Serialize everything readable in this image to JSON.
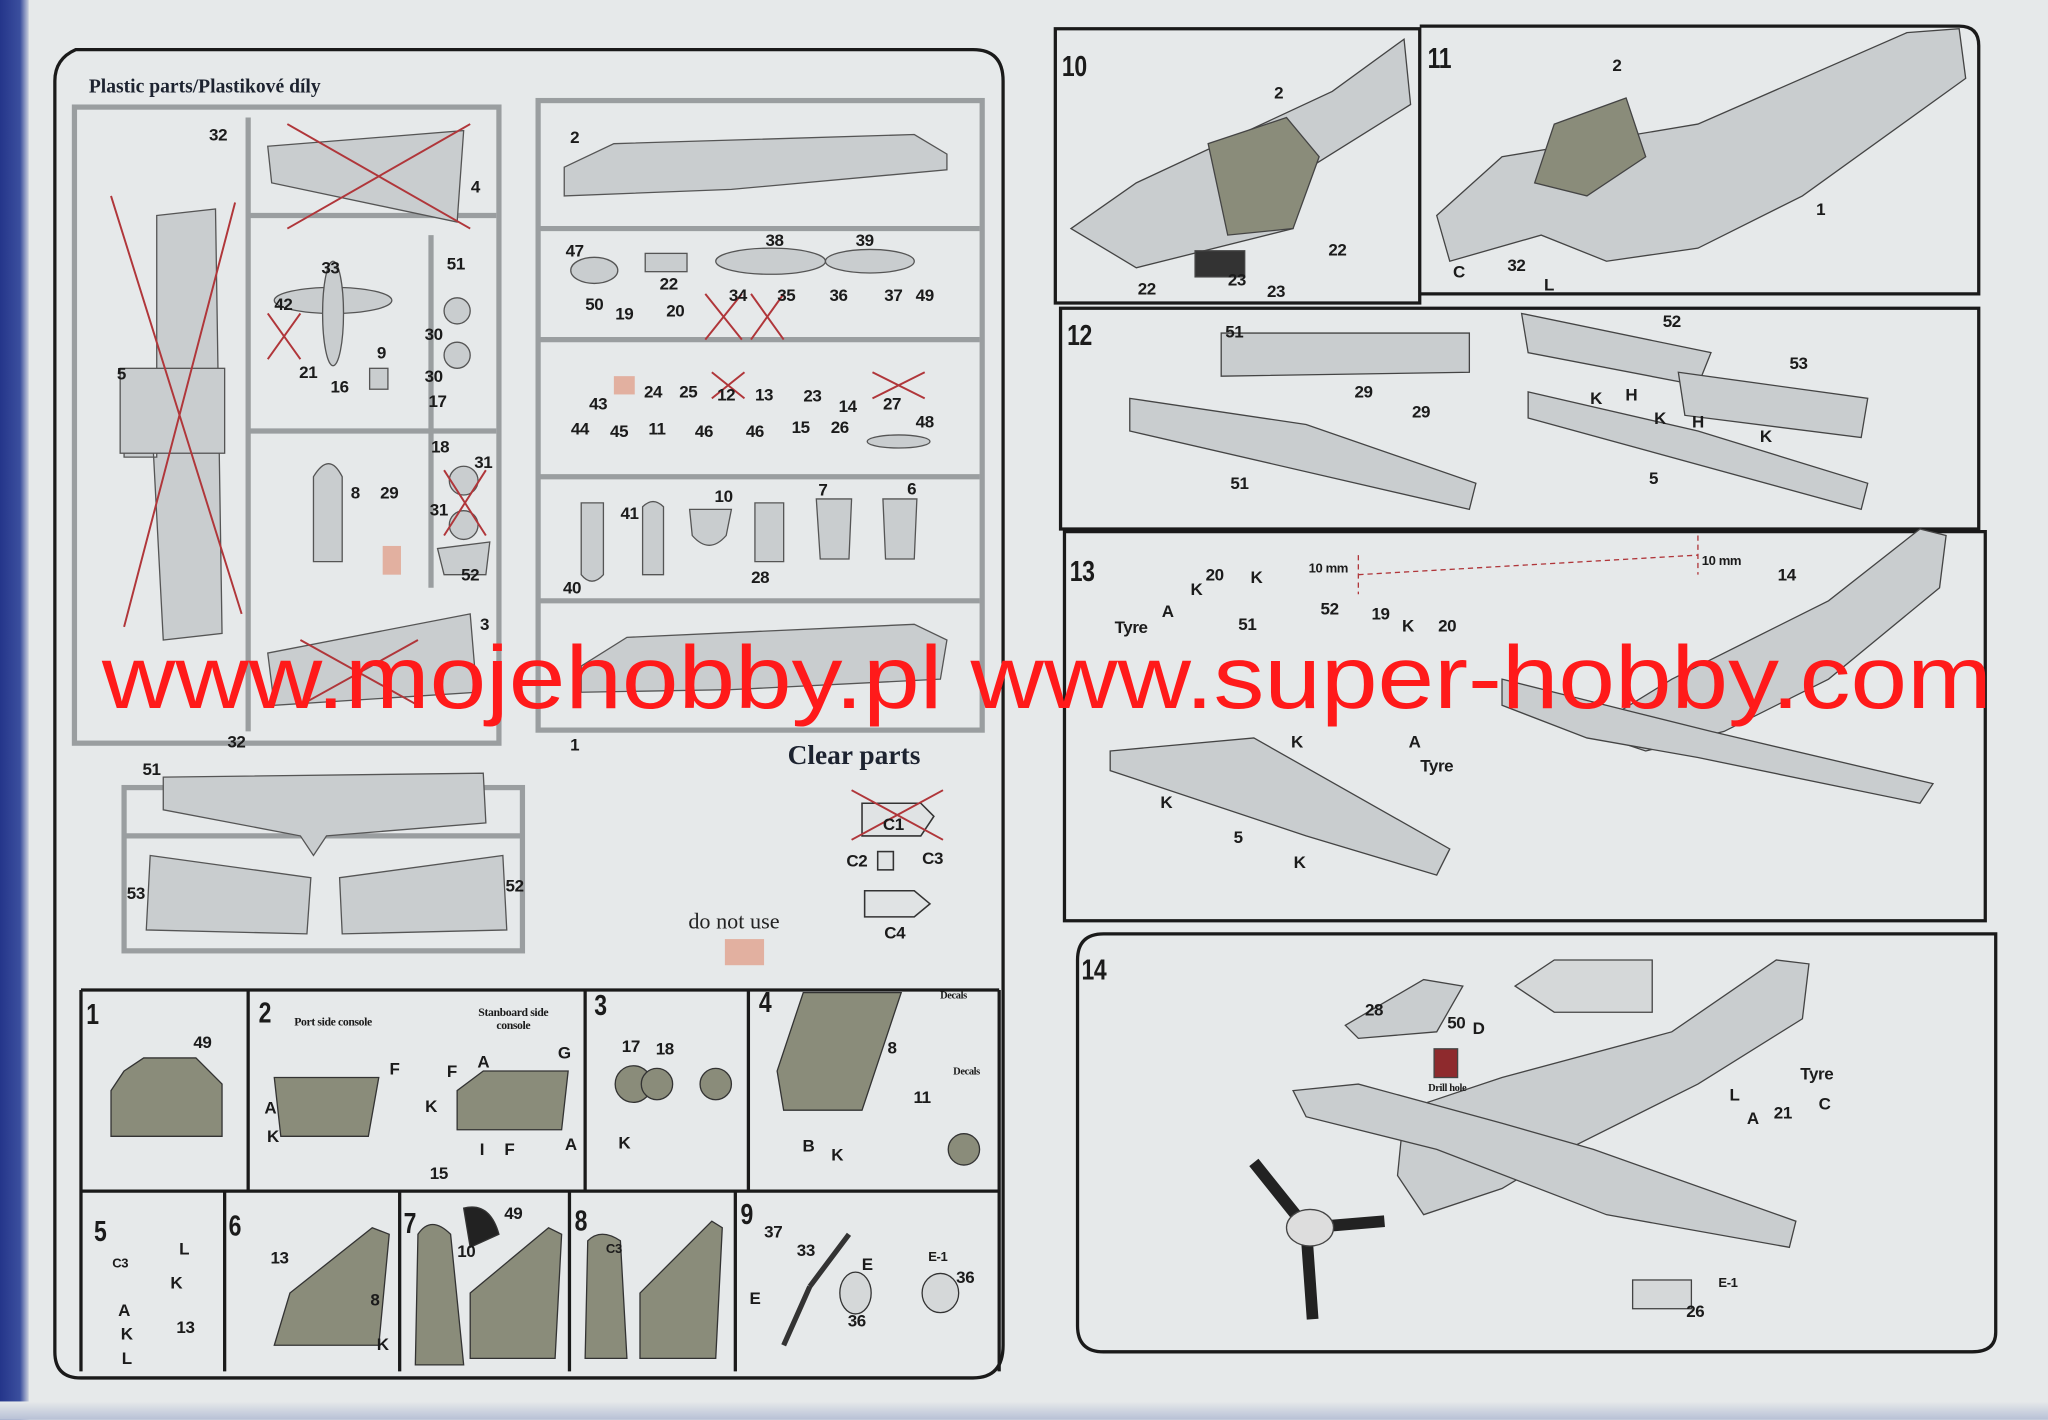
{
  "sheet_left": {
    "title": "Plastic parts/Plastikové díly",
    "clear_parts_title": "Clear parts",
    "do_not_use": "do not use",
    "do_not_use_color": "#e2b0a0"
  },
  "watermark": {
    "text": "www.mojehobby.pl www.super-hobby.com",
    "color": "#ff1a1a"
  },
  "labels": {
    "sprue_a": [
      "32",
      "4",
      "33",
      "51",
      "42",
      "30",
      "5",
      "21",
      "9",
      "16",
      "30",
      "17",
      "18",
      "31",
      "8",
      "29",
      "31",
      "52",
      "3",
      "32"
    ],
    "sprue_b": [
      "2",
      "47",
      "22",
      "38",
      "39",
      "50",
      "19",
      "20",
      "34",
      "35",
      "36",
      "37",
      "49",
      "43",
      "24",
      "25",
      "12",
      "13",
      "23",
      "14",
      "27",
      "44",
      "45",
      "11",
      "46",
      "46",
      "15",
      "26",
      "48",
      "41",
      "10",
      "7",
      "6",
      "40",
      "28",
      "1"
    ],
    "clear": [
      "C1",
      "C2",
      "C3",
      "C4"
    ],
    "sprue_c": [
      "51",
      "53",
      "52"
    ],
    "step1": [
      "1",
      "49"
    ],
    "step2": [
      "2",
      "F",
      "A",
      "K",
      "A",
      "F",
      "G",
      "K",
      "I",
      "F",
      "A",
      "15"
    ],
    "step2_captions": [
      "Port side console",
      "Stanboard side console"
    ],
    "step3": [
      "3",
      "17",
      "18",
      "K"
    ],
    "step4": [
      "4",
      "8",
      "Decals",
      "Decals",
      "11",
      "B",
      "K"
    ],
    "step5": [
      "5",
      "C3",
      "L",
      "K",
      "A",
      "K",
      "L",
      "13"
    ],
    "step6": [
      "6",
      "13",
      "8",
      "K"
    ],
    "step7": [
      "7",
      "49",
      "10"
    ],
    "step8": [
      "8",
      "C3"
    ],
    "step9": [
      "9",
      "37",
      "33",
      "E",
      "E",
      "36",
      "E-1",
      "36"
    ],
    "step10": [
      "10",
      "2",
      "22",
      "22",
      "23",
      "23"
    ],
    "step11": [
      "11",
      "2",
      "1",
      "C",
      "32",
      "L"
    ],
    "step12": [
      "12",
      "51",
      "29",
      "29",
      "51",
      "52",
      "53",
      "K",
      "H",
      "K",
      "H",
      "K",
      "5"
    ],
    "step13": [
      "13",
      "10 mm",
      "10 mm",
      "14",
      "20",
      "K",
      "K",
      "A",
      "Tyre",
      "52",
      "19",
      "K",
      "20",
      "A",
      "Tyre",
      "K",
      "51",
      "K",
      "5",
      "K"
    ],
    "step14": [
      "14",
      "28",
      "50",
      "D",
      "Drill hole",
      "Tyre",
      "L",
      "A",
      "21",
      "C",
      "E-1",
      "26"
    ]
  },
  "colors": {
    "paper": "#e6e9ea",
    "part_gray": "#c9cdcf",
    "interior_green": "#8a8c7a",
    "cross_red": "#b0363a",
    "edge_blue": "#24358a"
  }
}
